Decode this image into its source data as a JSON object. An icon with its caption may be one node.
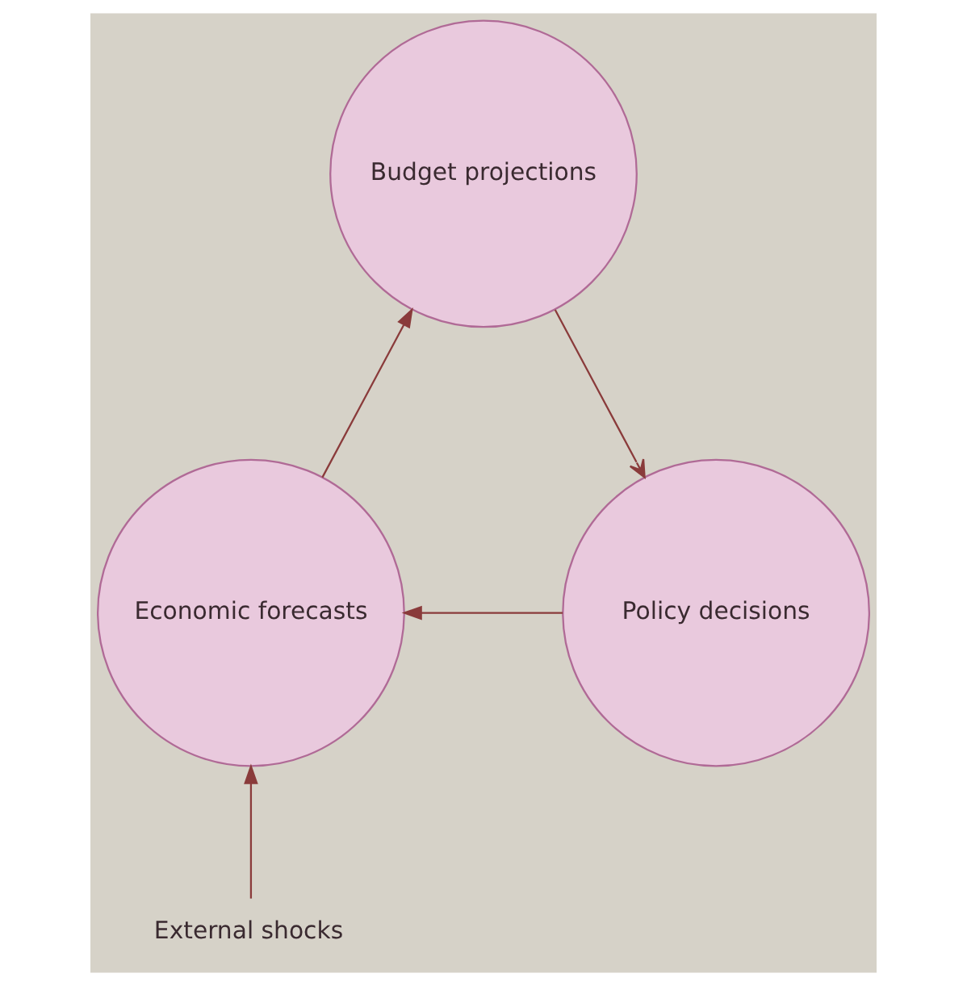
{
  "diagram": {
    "nodes": [
      {
        "text": [
          "Budget projections"
        ]
      },
      {
        "text": [
          "Policy decisions"
        ]
      },
      {
        "text": [
          "Economic forecasts"
        ]
      },
      {
        "text": [
          "External shocks"
        ]
      }
    ],
    "edges": [
      {
        "from": 0,
        "to": 1,
        "arrow": "to"
      },
      {
        "from": 1,
        "to": 2,
        "arrow": "to"
      },
      {
        "from": 2,
        "to": 0,
        "arrow": "to"
      },
      {
        "from": 3,
        "to": 2,
        "arrow": "to"
      }
    ]
  }
}
